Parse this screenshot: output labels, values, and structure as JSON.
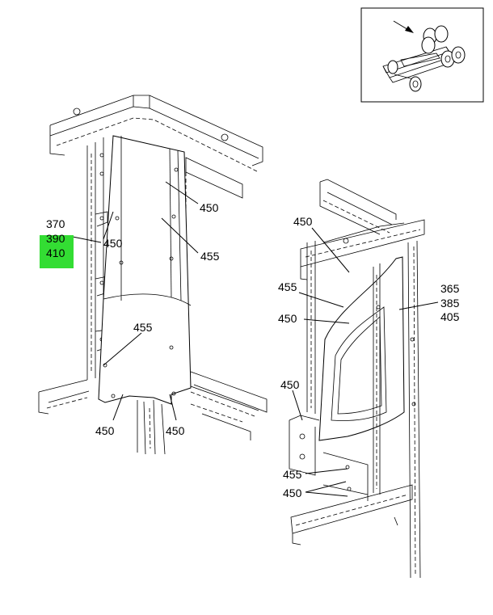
{
  "callouts": {
    "c370": "370",
    "c390": "390",
    "c410": "410",
    "l450_top": "450",
    "l450_mid": "450",
    "l455_left": "455",
    "l455_center": "455",
    "l450_bl": "450",
    "l450_br": "450",
    "r450_top": "450",
    "r455_top": "455",
    "r450_mid": "450",
    "r365": "365",
    "r385": "385",
    "r405": "405",
    "r450_low": "450",
    "r455_low": "455",
    "r450_bottom": "450"
  },
  "colors": {
    "highlight": "#33dd33",
    "line": "#000000"
  },
  "icons": {
    "locator": "truck-chassis-locator-icon",
    "arrow": "direction-arrow-icon"
  }
}
